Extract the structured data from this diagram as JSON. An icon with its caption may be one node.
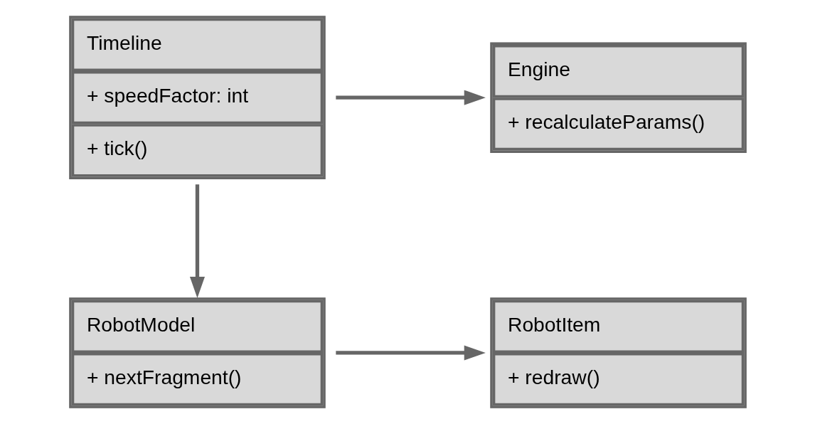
{
  "diagram": {
    "nodes": [
      {
        "text": [
          "Timeline",
          "+ speedFactor: int",
          "+ tick()"
        ]
      },
      {
        "text": [
          "Engine",
          "+ recalculateParams()"
        ]
      },
      {
        "text": [
          "RobotModel",
          "+ nextFragment()"
        ]
      },
      {
        "text": [
          "RobotItem",
          "+ redraw()"
        ]
      }
    ],
    "edges": [
      {
        "from": 0,
        "to": 1,
        "arrow": "to"
      },
      {
        "from": 0,
        "to": 2,
        "arrow": "to"
      },
      {
        "from": 2,
        "to": 3,
        "arrow": "to"
      }
    ]
  }
}
